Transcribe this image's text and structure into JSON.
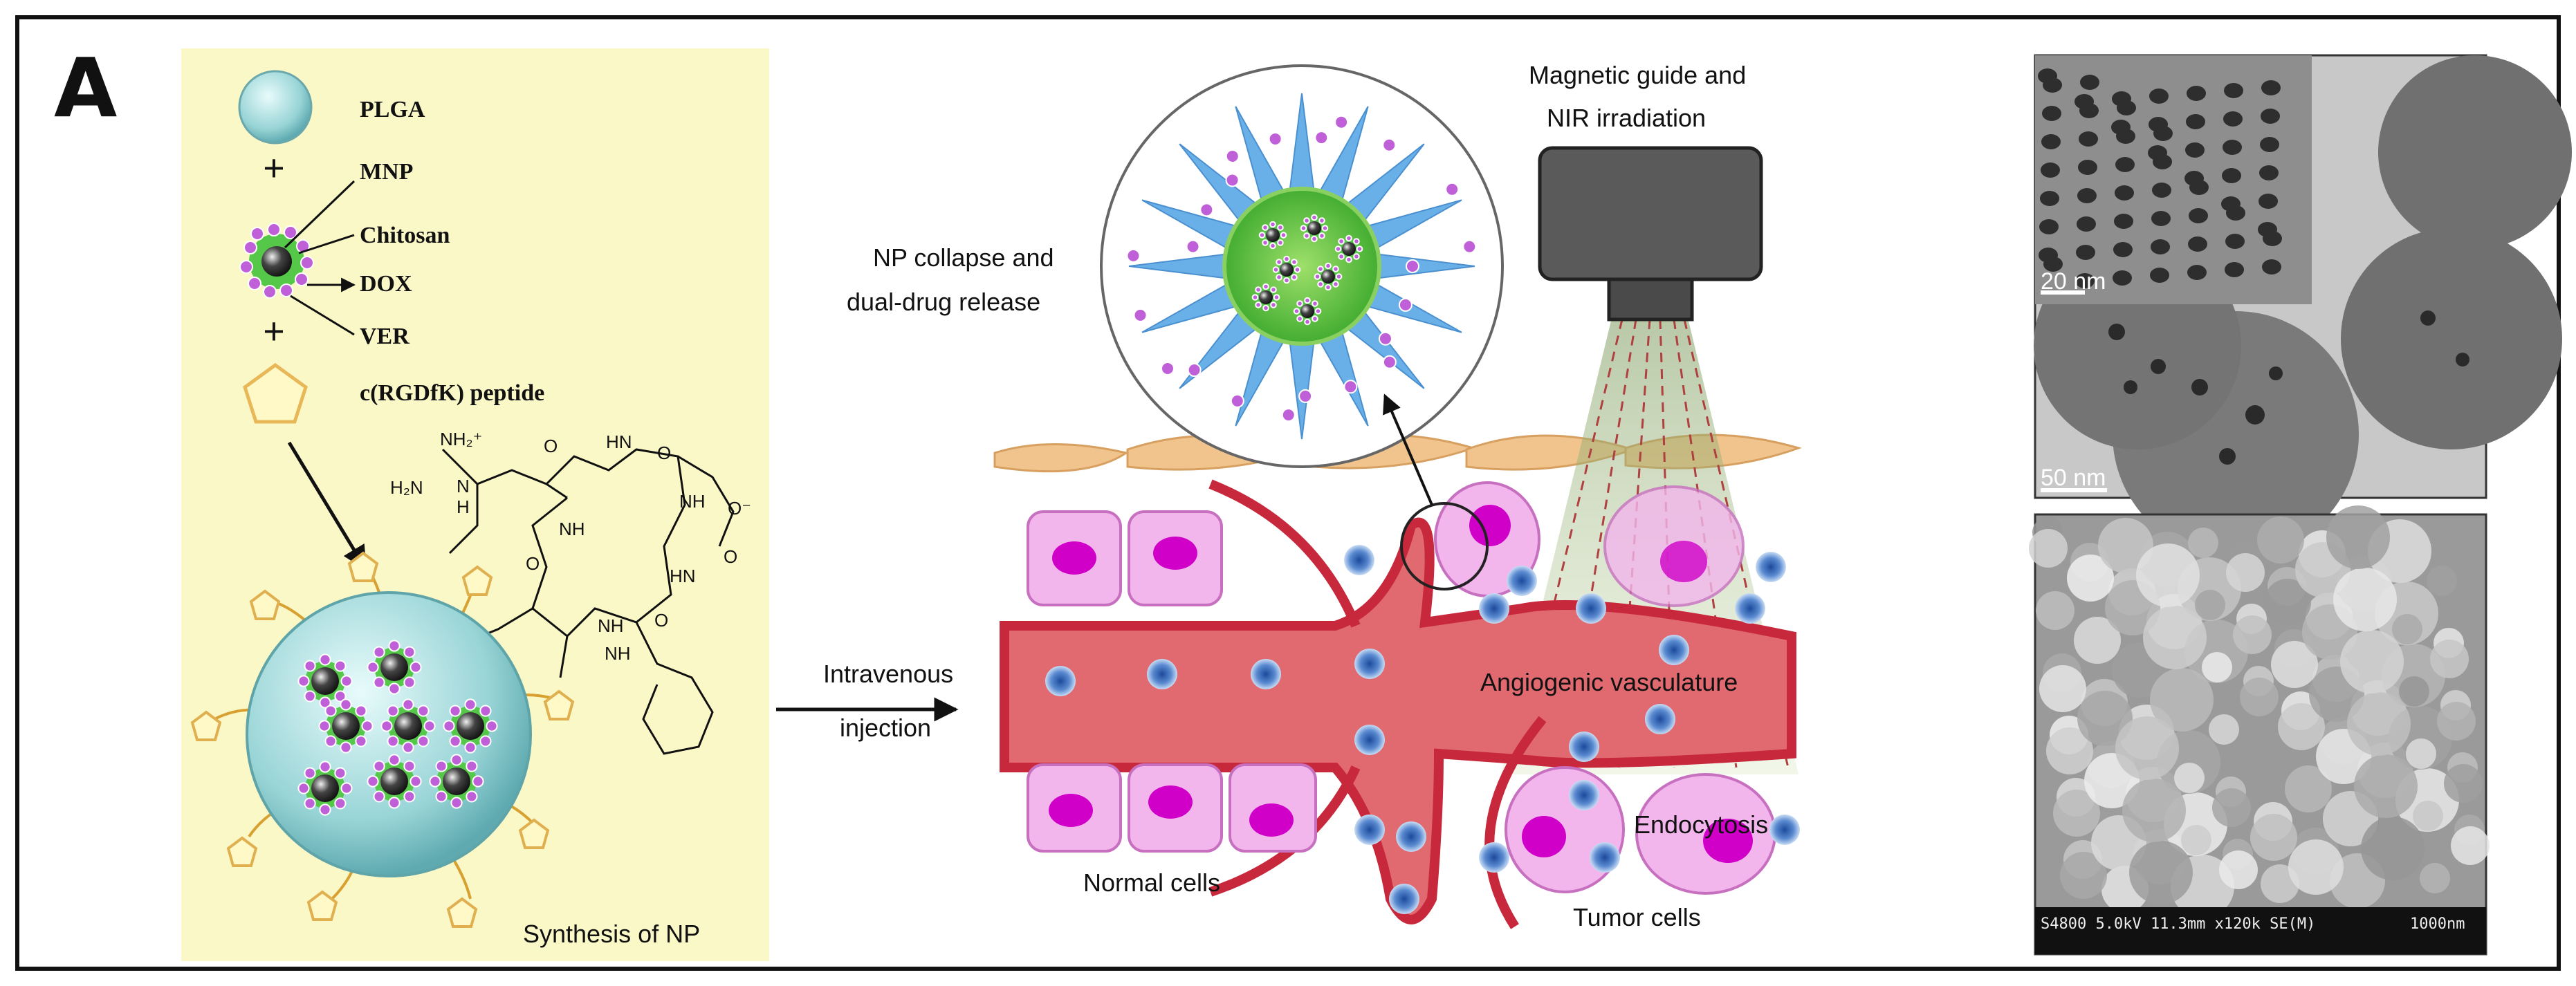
{
  "panel_label": "A",
  "synthesis": {
    "legend": {
      "plga": "PLGA",
      "mnp": "MNP",
      "chitosan": "Chitosan",
      "dox": "DOX",
      "ver": "VER",
      "peptide": "c(RGDfK) peptide",
      "plus": "+"
    },
    "chem": {
      "nh2plus": "NH₂⁺",
      "h2n": "H₂N",
      "nh1": "NH",
      "nh2": "NH",
      "nh3": "NH",
      "nh4": "NH",
      "hn1": "HN",
      "hn2": "HN",
      "n": "N",
      "h": "H",
      "o1": "O",
      "o2": "O",
      "o3": "O",
      "o4": "O",
      "o5": "O",
      "ominus": "O⁻"
    },
    "caption": "Synthesis of NP"
  },
  "process": {
    "injection_line1": "Intravenous",
    "injection_line2": "injection",
    "collapse_line1": "NP collapse and",
    "collapse_line2": "dual-drug release",
    "magnet_line1": "Magnetic guide and",
    "magnet_line2": "NIR irradiation",
    "angiogenic": "Angiogenic vasculature",
    "endocytosis": "Endocytosis",
    "normal_cells": "Normal cells",
    "tumor_cells": "Tumor cells"
  },
  "micrographs": {
    "tem_inset_scale": "20 nm",
    "tem_scale": "50 nm",
    "sem_info": "S4800 5.0kV 11.3mm x120k SE(M)",
    "sem_scale": "1000nm"
  },
  "colors": {
    "synthesis_bg": "#fbf8c8",
    "plga_shell": "#a8dcdc",
    "vessel": "#e06a70",
    "vessel_dark": "#c8283c",
    "cell_fill": "#f2b6ec",
    "nucleus": "#d000c8",
    "spike": "#6ab0e8",
    "skin": "#f0c48c"
  }
}
